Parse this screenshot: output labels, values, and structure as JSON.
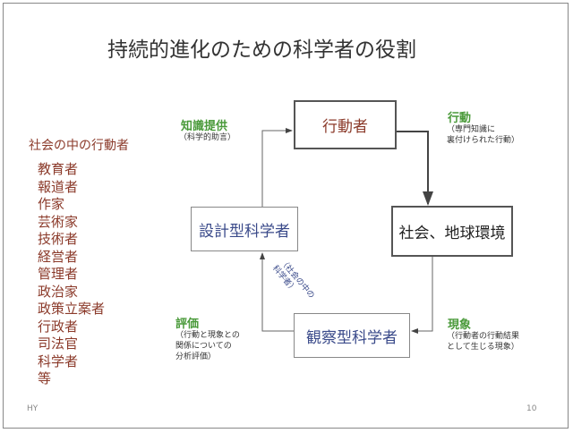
{
  "title": "持続的進化のための科学者の役割",
  "left_panel": {
    "heading": "社会の中の行動者",
    "items": [
      "教育者",
      "報道者",
      "作家",
      "芸術家",
      "技術者",
      "経営者",
      "管理者",
      "政治家",
      "政策立案者",
      "行政者",
      "司法官",
      "科学者",
      "等"
    ]
  },
  "boxes": {
    "actor": "行動者",
    "society": "社会、地球環境",
    "design": "設計型科学者",
    "observe": "観察型科学者"
  },
  "labels": {
    "knowledge": {
      "title": "知識提供",
      "sub": "（科学的助言）"
    },
    "action": {
      "title": "行動",
      "sub1": "（専門知識に",
      "sub2": "裏付けられた行動）"
    },
    "phenomenon": {
      "title": "現象",
      "sub1": "（行動者の行動結果",
      "sub2": "として生じる現象）"
    },
    "evaluation": {
      "title": "評価",
      "sub1": "（行動と現象との",
      "sub2": "関係についての",
      "sub3": "分析評価）"
    },
    "scientist_in_society": "（社会の中の科学者）"
  },
  "footer": {
    "author": "HY",
    "page": "10"
  }
}
